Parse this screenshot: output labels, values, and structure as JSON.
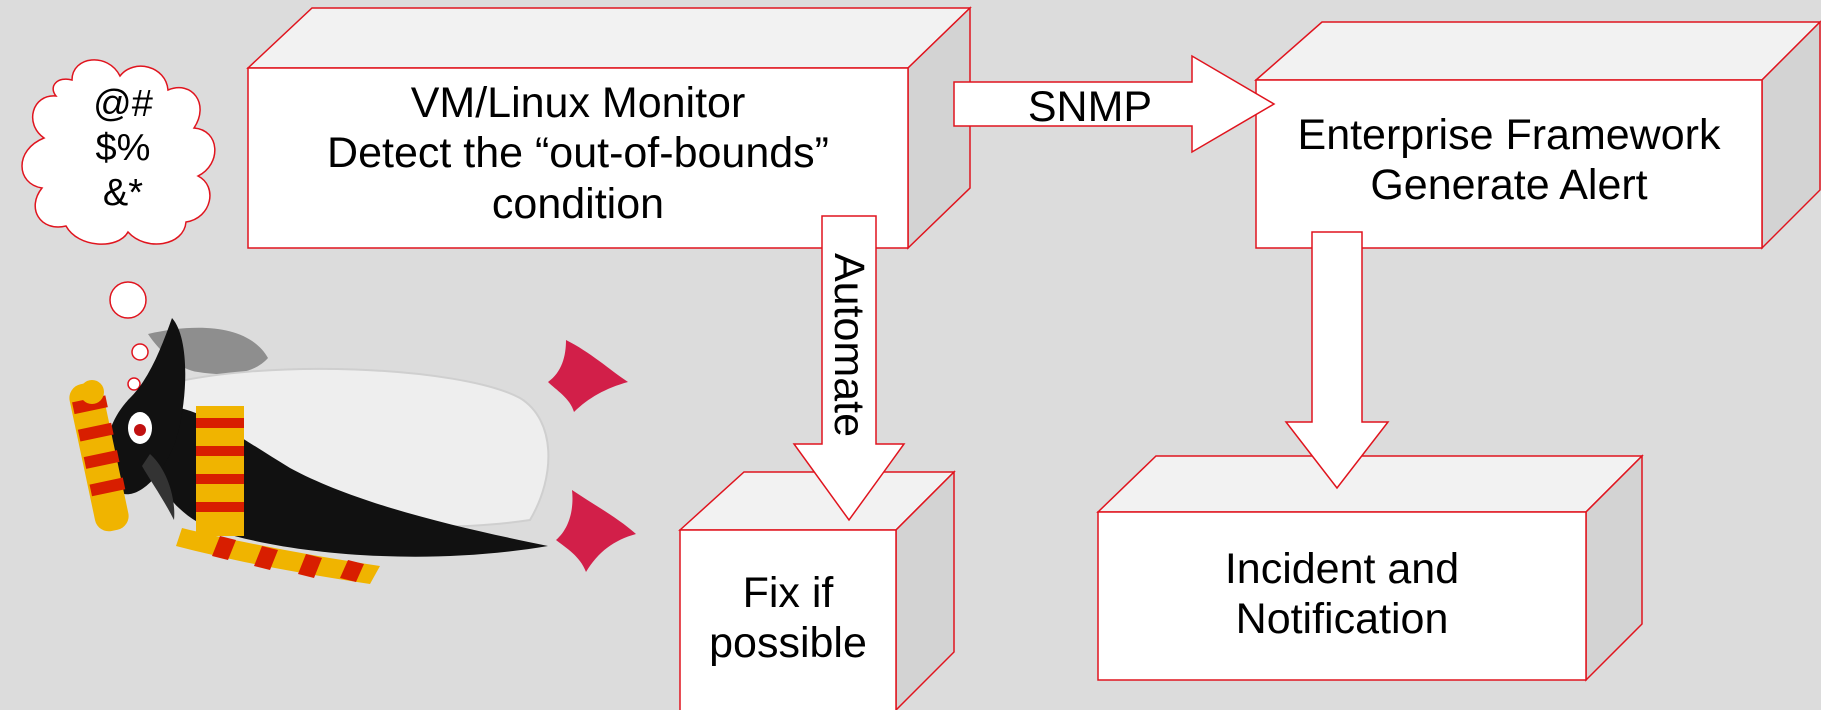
{
  "colors": {
    "background": "#dcdcdc",
    "outline": "#e0141e",
    "box_front": "#ffffff",
    "box_top": "#f2f2f2",
    "box_side": "#d3d3d3"
  },
  "thought_bubble": {
    "lines": [
      "@#",
      "$%",
      "&*"
    ]
  },
  "boxes": {
    "monitor": {
      "line1": "VM/Linux Monitor",
      "line2": "Detect the “out-of-bounds”",
      "line3": "condition"
    },
    "framework": {
      "line1": "Enterprise Framework",
      "line2": "Generate Alert"
    },
    "fix": {
      "line1": "Fix if",
      "line2": "possible"
    },
    "incident": {
      "line1": "Incident and",
      "line2": "Notification"
    }
  },
  "arrows": {
    "snmp": "SNMP",
    "automate": "Automate"
  },
  "illustration": {
    "icon": "penguin-mascot-icon"
  }
}
